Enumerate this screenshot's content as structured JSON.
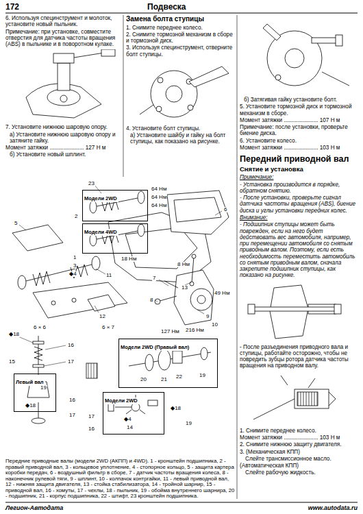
{
  "diagram": {
    "title": "Подвеска",
    "caption": "Передние приводные валы (модели 2WD (АКПП) и 4WD). 1 - кронштейн подшипника, 2 - правый приводной вал, 3 - кольцевое уплотнение, 4 - стопорное кольцо, 5 - защита картера коробки передач, 6 - воздушный фильтр в сборе, 7 - датчик частоты вращения колеса, 8 - наконечник рулевой тяги, 9 - шплинт, 10 - колпачок контргайки, 11 - левый приводной вал, 12 - нижняя защита двигателя, 13 - стойка стабилизатора, 14 - тройной шарнир, 15 - приводной вал, 16 - хомуты, 17 - чехлы, 18 - пыльник, 19 - обойма внутреннего шарнира, 20 - подшипник, 21 - корпус подшипника, 22 - штифт, 23 кронштейн подшипника.",
    "nodes": [
      {
        "text": [
          "Модели 2WD"
        ]
      },
      {
        "text": [
          "Модели 4WD"
        ]
      },
      {
        "text": [
          "Модели 2WD (Правый вал)"
        ]
      },
      {
        "text": [
          "Левый вал"
        ]
      },
      {
        "text": [
          "Модели 2WD"
        ]
      }
    ],
    "labels": [
      "172",
      "6. Используя специнструмент и молоток, установите новый пыльник.",
      "Примечание: при установке, совместите отверстия для датчика частоты вращения (ABS) в пыльнике и в поворотном кулаке.",
      "7. Установите нижнюю шаровую опору.",
      "а) Установите нижнюю шаровую опору и затяните гайку.",
      "Момент затяжки ...................... 127 Н м",
      "б) Установите новый шплинт.",
      "Замена болта ступицы",
      "1. Снимите переднее колесо.",
      "2. Снимите тормозной механизм в сборе и тормозной диск.",
      "3. Используя специнструмент, отверните болт ступицы.",
      "4. Установите болт ступицы.",
      "а) Установите шайбу и гайку на болт ступицы, как показано на рисунке.",
      "б) Затягивая гайку установите болт.",
      "5. Установите тормозной диск и тормозной механизм в сборе.",
      "Момент затяжки ...................... 107 Н м",
      "Примечание: после установки, проверьте биение диска.",
      "6. Установите колесо.",
      "Момент затяжки ...................... 103 Н м",
      "Передний приводной вал",
      "Снятие и установка",
      "Примечание:",
      "- Установка производится в порядке, обратном снятию.",
      "- После установки, проверьте сигнал датчика частоты вращения (ABS), биение диска и углы установки передних колес.",
      "Внимание:",
      "- Подшипник ступицы может быть поврежден, если на него будет действовать вес автомобиля, например, при перемещении автомобиля со снятым приводным валом. Поэтому, если есть необходимость переместить автомобиль со снятым приводным валом, сначала закрепите подшипник ступицы, как показано на рисунке.",
      "- После разъединения приводного вала и ступицы, работайте осторожно, чтобы не повредить зубцы ротора датчика частоты вращения на приводном валу.",
      "1. Снимите переднее колесо.",
      "Момент затяжки ...................... 103 Н м",
      "2. Снимите нижнюю защиту двигателя.",
      "3. (Механическая КПП)",
      "Слейте трансмиссионное масло.",
      "(Автоматическая КПП)",
      "Слейте рабочую жидкость.",
      "Легион-Автодата",
      "www.autodata.ru",
      "23",
      "64 Нм",
      "64 Нм",
      "64 Нм",
      "2",
      "1",
      "3",
      "◆4",
      "5",
      "18 Нм",
      "6",
      "8 Нм",
      "7",
      "8",
      "9",
      "10",
      "49 Нм",
      "216 Нм",
      "127 Нм",
      "11",
      "12",
      "13",
      "6 × 6",
      "6 × 7",
      "◆18",
      "16",
      "15",
      "17",
      "19",
      "◆18",
      "16",
      "17",
      "22",
      "20",
      "21",
      "19",
      "◆4",
      "14",
      "16",
      "17",
      "◆18",
      "19"
    ]
  }
}
